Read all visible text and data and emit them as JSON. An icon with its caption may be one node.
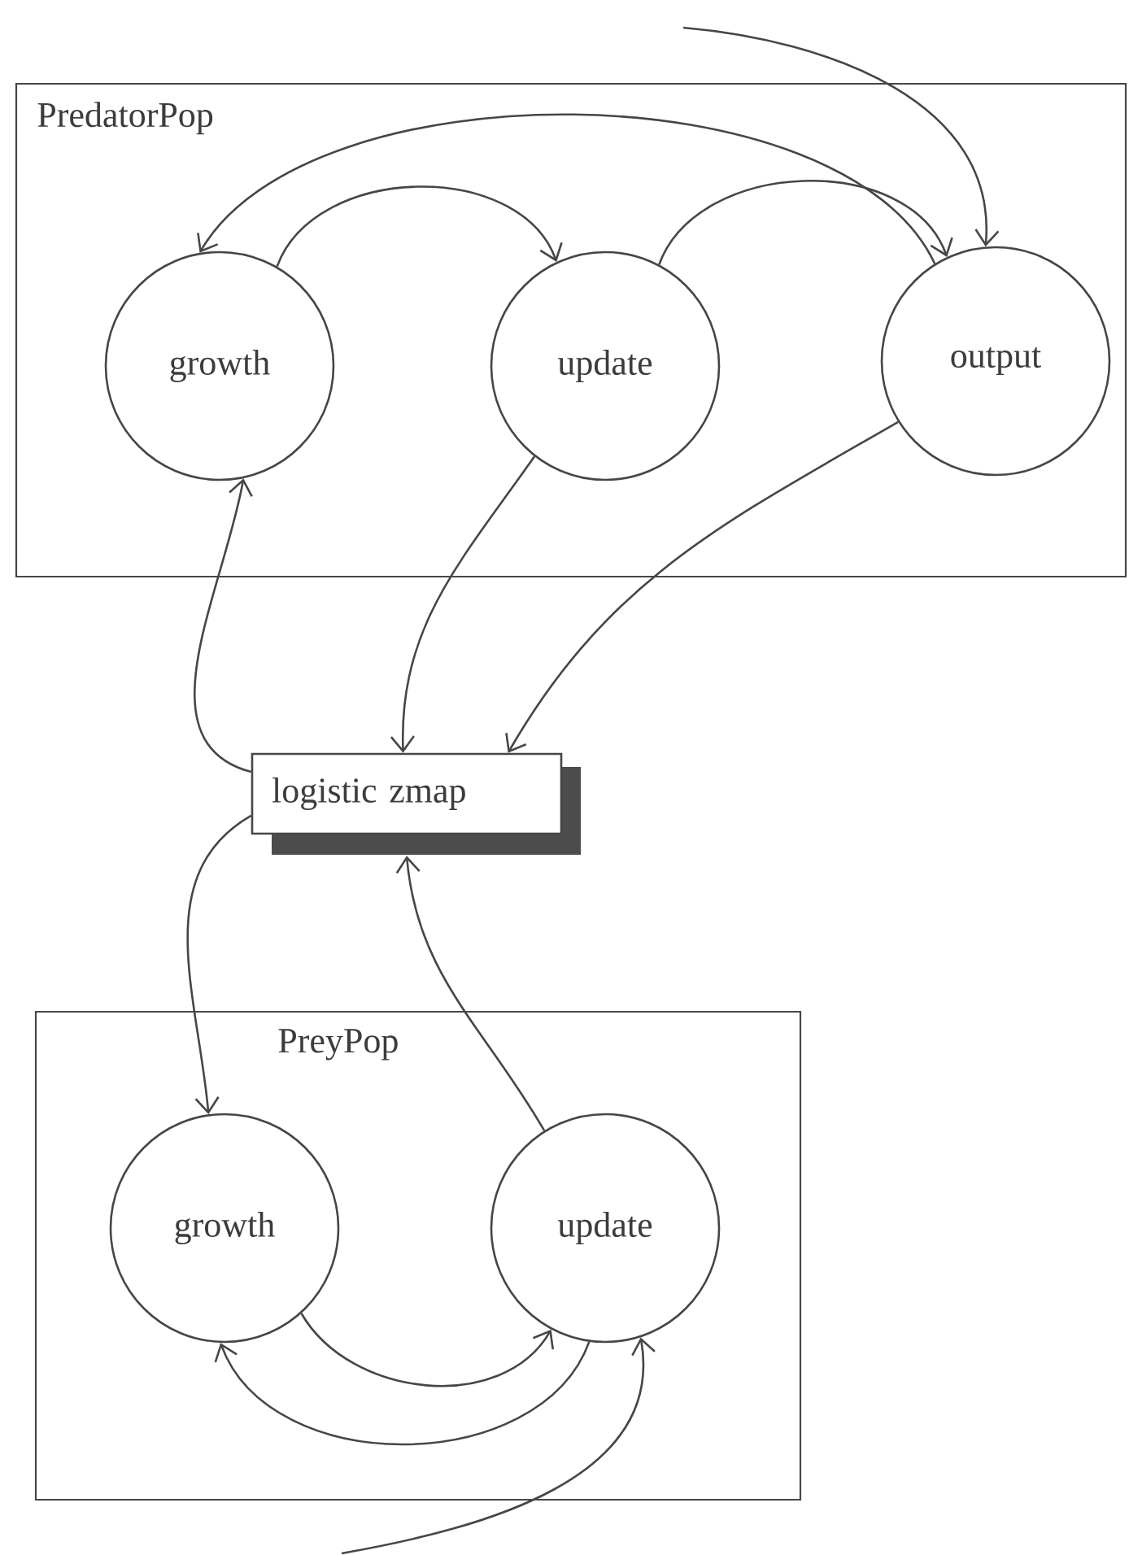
{
  "diagram": {
    "nodes": [
      {
        "text": [
          "PredatorPop"
        ]
      },
      {
        "text": [
          "growth"
        ],
        "in": 0
      },
      {
        "text": [
          "update"
        ],
        "in": 0
      },
      {
        "text": [
          "output"
        ],
        "in": 0
      },
      {
        "text": [
          "logistic zmap"
        ]
      },
      {
        "text": [
          "PreyPop"
        ]
      },
      {
        "text": [
          "growth"
        ],
        "in": 5
      },
      {
        "text": [
          "update"
        ],
        "in": 5
      }
    ],
    "edges": [
      {
        "from": null,
        "to": 3,
        "arrow": "to"
      },
      {
        "from": 1,
        "to": 2,
        "arrow": "to"
      },
      {
        "from": 2,
        "to": 3,
        "arrow": "to"
      },
      {
        "from": 3,
        "to": 1,
        "arrow": "to"
      },
      {
        "from": 4,
        "to": 1,
        "arrow": "to"
      },
      {
        "from": 2,
        "to": 4,
        "arrow": "to"
      },
      {
        "from": 3,
        "to": 4,
        "arrow": "to"
      },
      {
        "from": 4,
        "to": 6,
        "arrow": "to"
      },
      {
        "from": 7,
        "to": 4,
        "arrow": "to"
      },
      {
        "from": 6,
        "to": 7,
        "arrow": "to"
      },
      {
        "from": 7,
        "to": 6,
        "arrow": "to"
      },
      {
        "from": null,
        "to": 7,
        "arrow": "to"
      }
    ]
  }
}
